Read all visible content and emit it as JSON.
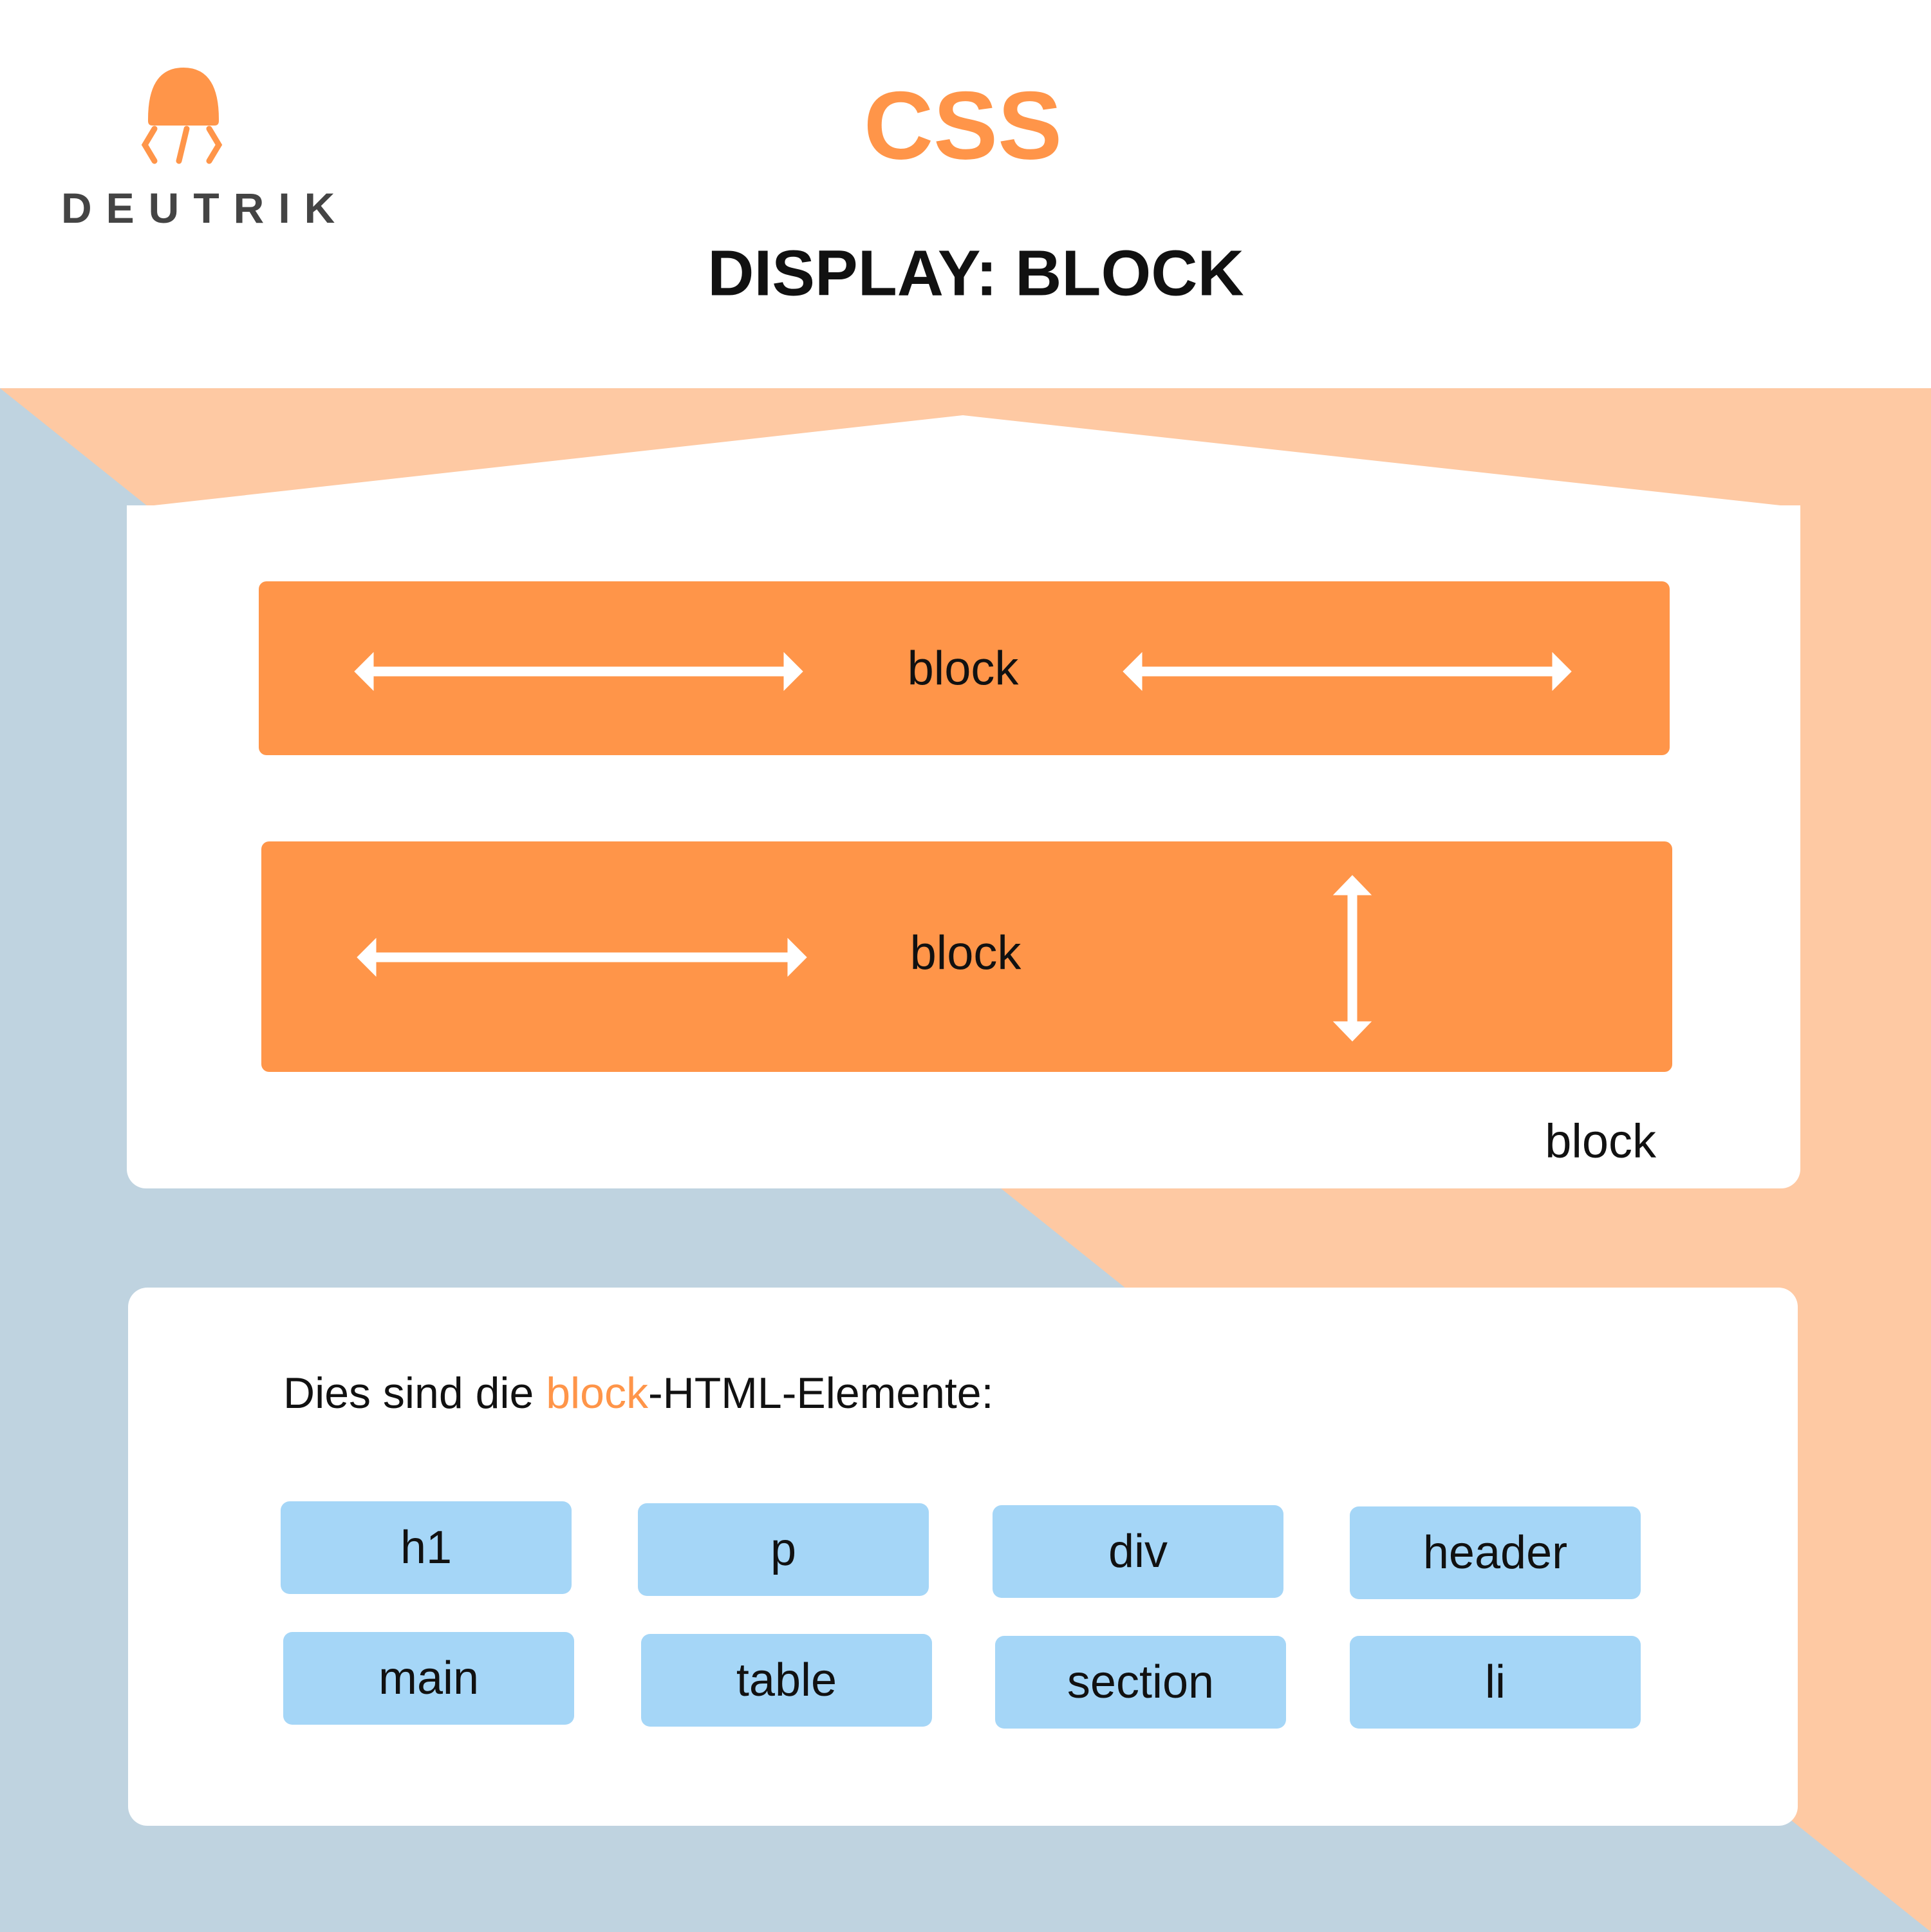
{
  "brand": {
    "name": "DEUTRIK",
    "logo_icon": "jellyfish-code-icon"
  },
  "header": {
    "title": "CSS",
    "subtitle": "DISPLAY: BLOCK"
  },
  "diagram": {
    "bar1_label": "block",
    "bar2_label": "block",
    "container_label": "block"
  },
  "elements": {
    "intro_prefix": "Dies sind die ",
    "intro_highlight": "block",
    "intro_suffix": "-HTML-Elemente:",
    "items": [
      "h1",
      "p",
      "div",
      "header",
      "main",
      "table",
      "section",
      "li"
    ]
  },
  "colors": {
    "accent": "#ff9549",
    "peach": "#fec9a3",
    "blue_bg": "#bfd3e0",
    "pill": "#a5d6f7"
  }
}
